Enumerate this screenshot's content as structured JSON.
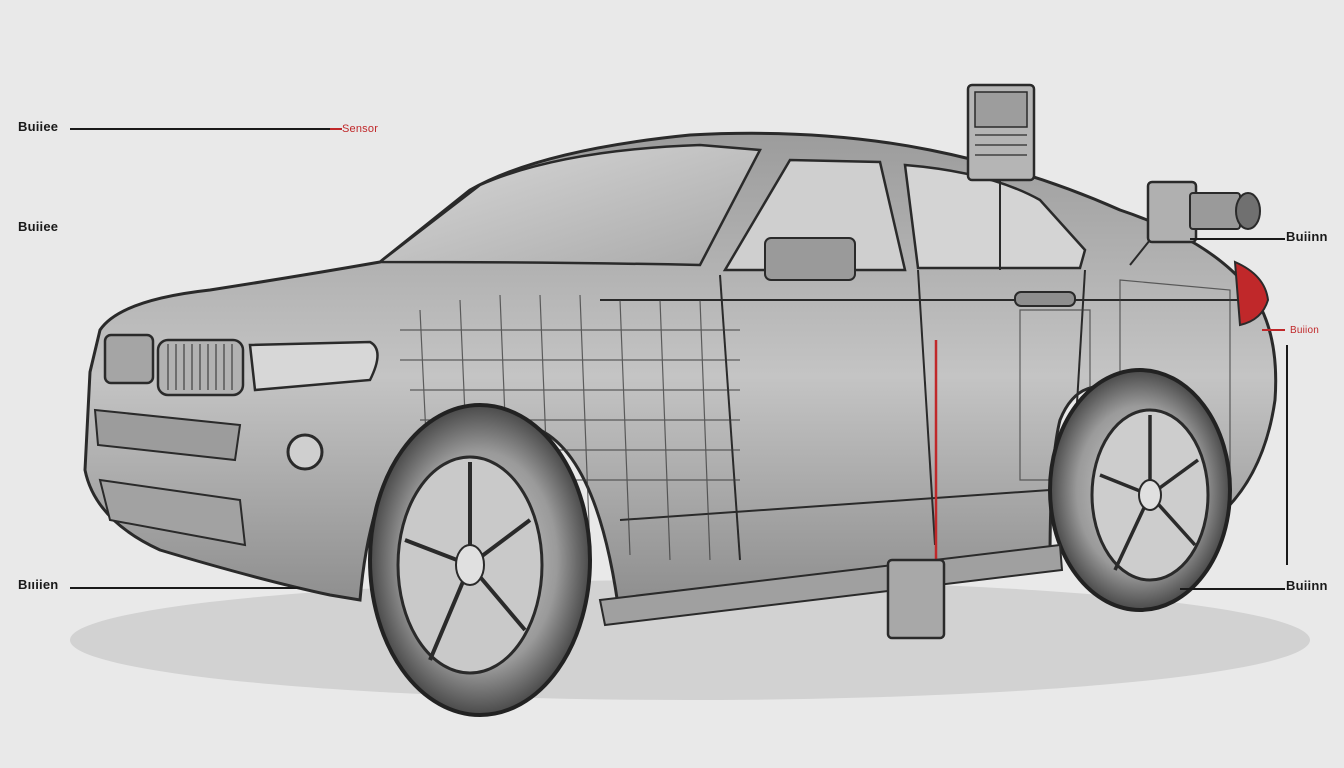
{
  "labels": {
    "top_left": "Buiiee",
    "top_left_red": "Sensor",
    "mid_left": "Buiiee",
    "bottom_left": "Bııiien",
    "right_camera": "Buiinn",
    "right_light": "Buiion",
    "bottom_right": "Buiinn"
  },
  "colors": {
    "background": "#e9e9e9",
    "line_dark": "#2a2a2a",
    "line_accent": "#c0282a",
    "body_fill": "#bdbdbd"
  }
}
